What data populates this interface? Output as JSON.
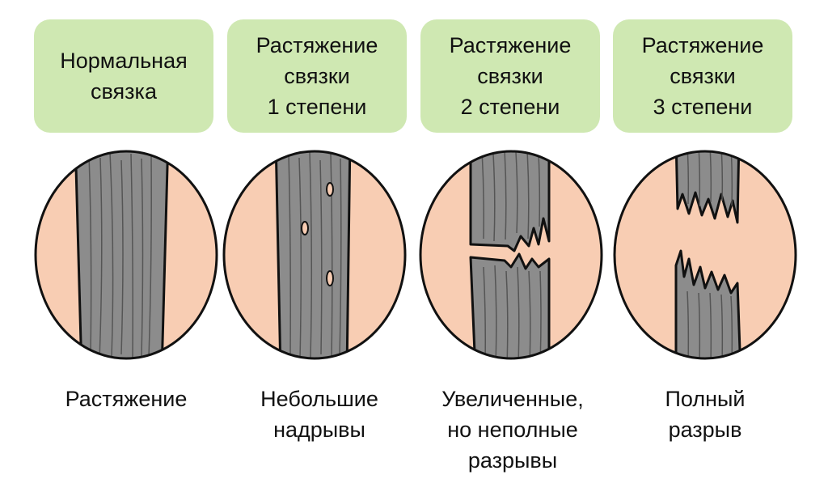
{
  "panels": [
    {
      "id": "normal",
      "header_lines": [
        "Нормальная",
        "связка"
      ],
      "caption_lines": [
        "Растяжение"
      ]
    },
    {
      "id": "grade-1",
      "header_lines": [
        "Растяжение",
        "связки",
        "1 степени"
      ],
      "caption_lines": [
        "Небольшие",
        "надрывы"
      ]
    },
    {
      "id": "grade-2",
      "header_lines": [
        "Растяжение",
        "связки",
        "2 степени"
      ],
      "caption_lines": [
        "Увеличенные,",
        "но неполные",
        "разрывы"
      ]
    },
    {
      "id": "grade-3",
      "header_lines": [
        "Растяжение",
        "связки",
        "3 степени"
      ],
      "caption_lines": [
        "Полный",
        "разрыв"
      ]
    }
  ],
  "colors": {
    "header_bg": "#cfe8b2",
    "circle_fill": "#f8cdb3",
    "ligament_fill": "#8c8c8c",
    "outline": "#111111"
  }
}
